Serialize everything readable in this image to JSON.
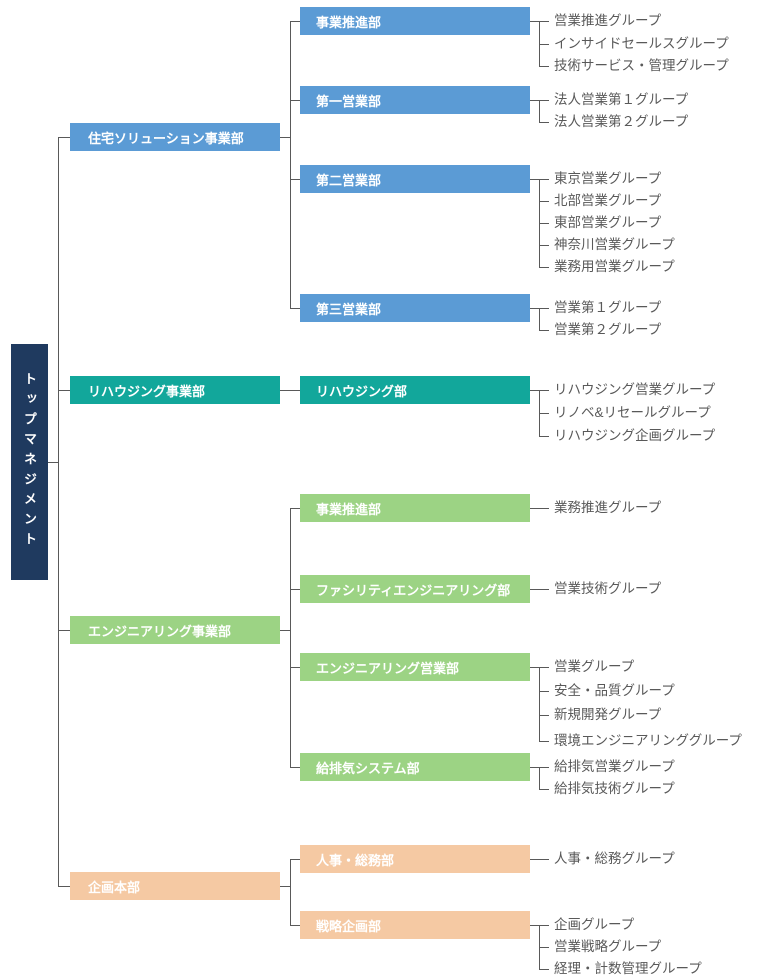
{
  "root": {
    "label": "トップマネジメント"
  },
  "divisions": [
    {
      "label": "住宅ソリューション事業部",
      "color": "#5b9bd5",
      "departments": [
        {
          "label": "事業推進部",
          "groups": [
            "営業推進グループ",
            "インサイドセールスグループ",
            "技術サービス・管理グループ"
          ]
        },
        {
          "label": "第一営業部",
          "groups": [
            "法人営業第１グループ",
            "法人営業第２グループ"
          ]
        },
        {
          "label": "第二営業部",
          "groups": [
            "東京営業グループ",
            "北部営業グループ",
            "東部営業グループ",
            "神奈川営業グループ",
            "業務用営業グループ"
          ]
        },
        {
          "label": "第三営業部",
          "groups": [
            "営業第１グループ",
            "営業第２グループ"
          ]
        }
      ]
    },
    {
      "label": "リハウジング事業部",
      "color": "#12a79b",
      "departments": [
        {
          "label": "リハウジング部",
          "groups": [
            "リハウジング営業グループ",
            "リノベ&リセールグループ",
            "リハウジング企画グループ"
          ]
        }
      ]
    },
    {
      "label": "エンジニアリング事業部",
      "color": "#9cd384",
      "departments": [
        {
          "label": "事業推進部",
          "groups": [
            "業務推進グループ"
          ]
        },
        {
          "label": "ファシリティエンジニアリング部",
          "groups": [
            "営業技術グループ"
          ]
        },
        {
          "label": "エンジニアリング営業部",
          "groups": [
            "営業グループ",
            "安全・品質グループ",
            "新規開発グループ",
            "環境エンジニアリンググループ"
          ]
        },
        {
          "label": "給排気システム部",
          "groups": [
            "給排気営業グループ",
            "給排気技術グループ"
          ]
        }
      ]
    },
    {
      "label": "企画本部",
      "color": "#f5c9a3",
      "departments": [
        {
          "label": "人事・総務部",
          "groups": [
            "人事・総務グループ"
          ]
        },
        {
          "label": "戦略企画部",
          "groups": [
            "企画グループ",
            "営業戦略グループ",
            "経理・計数管理グループ"
          ]
        }
      ]
    }
  ],
  "colors": {
    "root_box": "#1f3a5f",
    "housing_blue": "#5b9bd5",
    "rehousing_teal": "#12a79b",
    "engineering_green": "#9cd384",
    "planning_peach": "#f5c9a3",
    "connector_line": "#595959",
    "group_text": "#595959",
    "box_text": "#ffffff"
  }
}
